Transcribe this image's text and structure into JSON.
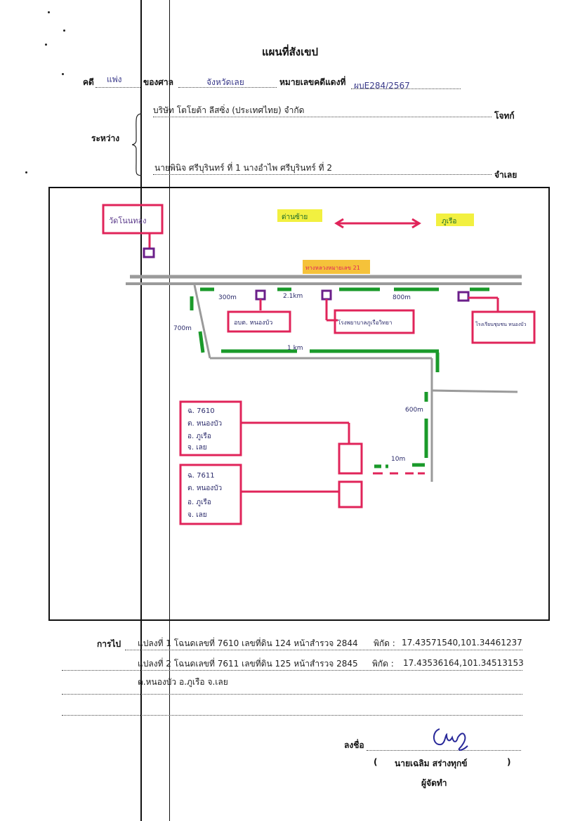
{
  "header": {
    "title": "แผนที่สังเขป",
    "case_label": "คดี",
    "case_type": "แพ่ง",
    "court_label": "ของศาล",
    "court_name": "จังหวัดเลย",
    "red_case_label": "หมายเลขคดีแดงที่",
    "red_case_no": "ผบE284/2567",
    "between_label": "ระหว่าง",
    "plaintiff": "บริษัท โตโยต้า ลีสซิ่ง (ประเทศไทย) จำกัด",
    "plaintiff_role": "โจทก์",
    "defendant": "นายพินิจ ศรีบุรินทร์ ที่ 1 นางอำไพ ศรีบุรินทร์ ที่ 2",
    "defendant_role": "จำเลย"
  },
  "map": {
    "labels": {
      "top_left_box": "วัดโนนทอง",
      "direction_left": "ด่านซ้าย",
      "direction_right": "ภูเรือ",
      "highway": "ทางหลวงหมายเลข 21",
      "dist_300m_top": "300m",
      "dist_21km": "2.1km",
      "dist_800m": "800m",
      "dist_700m_side": "700m",
      "dist_1km": "1 km",
      "dist_600m": "600m",
      "dist_10m": "10m",
      "school": "อบต. หนองบัว",
      "hospital": "โรงพยาบาลภูเรือวิทยา",
      "school_right": "โรงเรียนชุมชน หนองบัว",
      "plot1": [
        "ฉ. 7610",
        "ต. หนองบัว",
        "อ. ภูเรือ",
        "จ. เลย"
      ],
      "plot2": [
        "ฉ. 7611",
        "ต. หนองบัว",
        "อ. ภูเรือ",
        "จ. เลย"
      ]
    },
    "colors": {
      "road": "#9a9a9a",
      "marker": "#e0245a",
      "distance": "#1a9a2a",
      "landmark": "#6b1f8a",
      "highlight": "#f2f040",
      "highlight_orange": "#f5c23a"
    }
  },
  "footer": {
    "goto_label": "การไป",
    "line1": "แปลงที่ 1 โฉนดเลขที่ 7610 เลขที่ดิน 124 หน้าสำรวจ 2844",
    "coord1_label": "พิกัด :",
    "coord1": "17.43571540,101.34461237",
    "line2": "แปลงที่ 2 โฉนดเลขที่ 7611 เลขที่ดิน 125 หน้าสำรวจ 2845",
    "coord2_label": "พิกัด :",
    "coord2": "17.43536164,101.34513153",
    "line3": "ต.หนองบัว อ.ภูเรือ จ.เลย",
    "sign_label": "ลงชื่อ",
    "signer_open": "(",
    "signer": "นายเฉลิม สร่างทุกข์",
    "signer_close": ")",
    "signer_role": "ผู้จัดทำ"
  }
}
